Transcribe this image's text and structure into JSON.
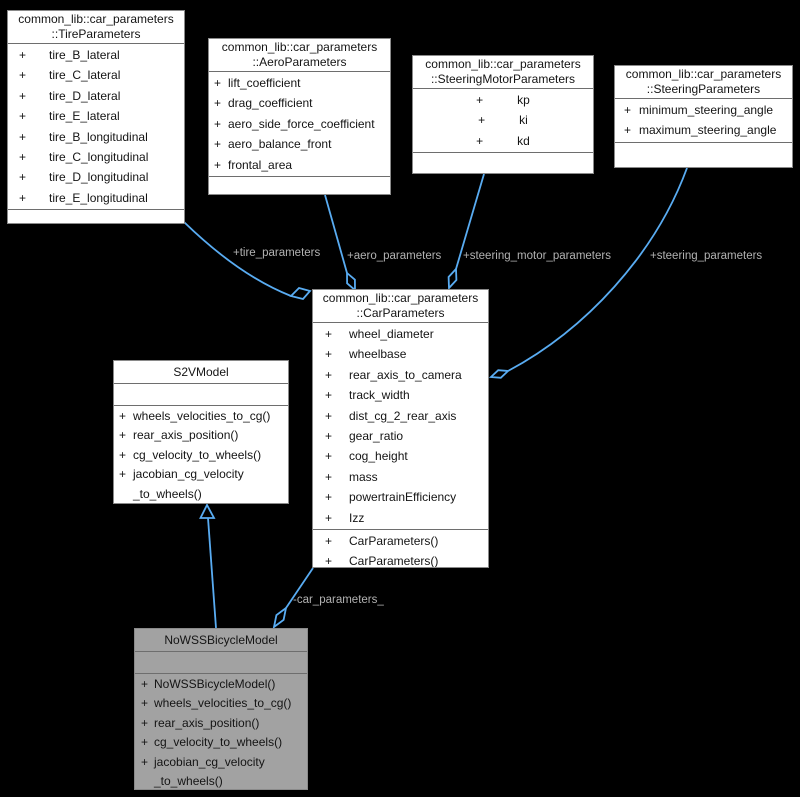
{
  "colors": {
    "background": "#000000",
    "edge_blue": "#59acf2",
    "node_fill": "#ffffff",
    "highlight_node_fill": "#a2a2a2",
    "edge_label_text": "#b2b2b2"
  },
  "classes": [
    {
      "title": "common_lib::car_parameters\n::TireParameters",
      "attributes": [
        {
          "sign": "+",
          "name": "tire_B_lateral"
        },
        {
          "sign": "+",
          "name": "tire_C_lateral"
        },
        {
          "sign": "+",
          "name": "tire_D_lateral"
        },
        {
          "sign": "+",
          "name": "tire_E_lateral"
        },
        {
          "sign": "+",
          "name": "tire_B_longitudinal"
        },
        {
          "sign": "+",
          "name": "tire_C_longitudinal"
        },
        {
          "sign": "+",
          "name": "tire_D_longitudinal"
        },
        {
          "sign": "+",
          "name": "tire_E_longitudinal"
        }
      ],
      "methods": []
    },
    {
      "title": "common_lib::car_parameters\n::AeroParameters",
      "attributes": [
        {
          "sign": "+",
          "name": "lift_coefficient"
        },
        {
          "sign": "+",
          "name": "drag_coefficient"
        },
        {
          "sign": "+",
          "name": "aero_side_force_coefficient"
        },
        {
          "sign": "+",
          "name": "aero_balance_front"
        },
        {
          "sign": "+",
          "name": "frontal_area"
        }
      ],
      "methods": []
    },
    {
      "title": "common_lib::car_parameters\n::SteeringMotorParameters",
      "attributes": [
        {
          "sign": "+",
          "name": "kp"
        },
        {
          "sign": "+",
          "name": "ki"
        },
        {
          "sign": "+",
          "name": "kd"
        }
      ],
      "methods": []
    },
    {
      "title": "common_lib::car_parameters\n::SteeringParameters",
      "attributes": [
        {
          "sign": "+",
          "name": "minimum_steering_angle"
        },
        {
          "sign": "+",
          "name": "maximum_steering_angle"
        }
      ],
      "methods": []
    },
    {
      "title": "common_lib::car_parameters\n::CarParameters",
      "attributes": [
        {
          "sign": "+",
          "name": "wheel_diameter"
        },
        {
          "sign": "+",
          "name": "wheelbase"
        },
        {
          "sign": "+",
          "name": "rear_axis_to_camera"
        },
        {
          "sign": "+",
          "name": "track_width"
        },
        {
          "sign": "+",
          "name": "dist_cg_2_rear_axis"
        },
        {
          "sign": "+",
          "name": "gear_ratio"
        },
        {
          "sign": "+",
          "name": "cog_height"
        },
        {
          "sign": "+",
          "name": "mass"
        },
        {
          "sign": "+",
          "name": "powertrainEfficiency"
        },
        {
          "sign": "+",
          "name": "Izz"
        }
      ],
      "methods": [
        {
          "sign": "+",
          "name": "CarParameters()"
        },
        {
          "sign": "+",
          "name": "CarParameters()"
        }
      ]
    },
    {
      "title": "S2VModel",
      "attributes": [],
      "methods": [
        {
          "sign": "+",
          "name": "wheels_velocities_to_cg()"
        },
        {
          "sign": "+",
          "name": "rear_axis_position()"
        },
        {
          "sign": "+",
          "name": "cg_velocity_to_wheels()"
        },
        {
          "sign": "+",
          "name": "jacobian_cg_velocity\n_to_wheels()"
        }
      ]
    },
    {
      "title": "NoWSSBicycleModel",
      "attributes": [],
      "methods": [
        {
          "sign": "+",
          "name": "NoWSSBicycleModel()"
        },
        {
          "sign": "+",
          "name": "wheels_velocities_to_cg()"
        },
        {
          "sign": "+",
          "name": "rear_axis_position()"
        },
        {
          "sign": "+",
          "name": "cg_velocity_to_wheels()"
        },
        {
          "sign": "+",
          "name": "jacobian_cg_velocity\n_to_wheels()"
        }
      ]
    }
  ],
  "relations": [
    {
      "from": "TireParameters",
      "to": "CarParameters",
      "type": "aggregation",
      "label": "+tire_parameters"
    },
    {
      "from": "AeroParameters",
      "to": "CarParameters",
      "type": "aggregation",
      "label": "+aero_parameters"
    },
    {
      "from": "SteeringMotorParameters",
      "to": "CarParameters",
      "type": "aggregation",
      "label": "+steering_motor_parameters"
    },
    {
      "from": "SteeringParameters",
      "to": "CarParameters",
      "type": "aggregation",
      "label": "+steering_parameters"
    },
    {
      "from": "CarParameters",
      "to": "NoWSSBicycleModel",
      "type": "aggregation",
      "label": "-car_parameters_"
    },
    {
      "from": "NoWSSBicycleModel",
      "to": "S2VModel",
      "type": "inheritance",
      "label": ""
    }
  ]
}
